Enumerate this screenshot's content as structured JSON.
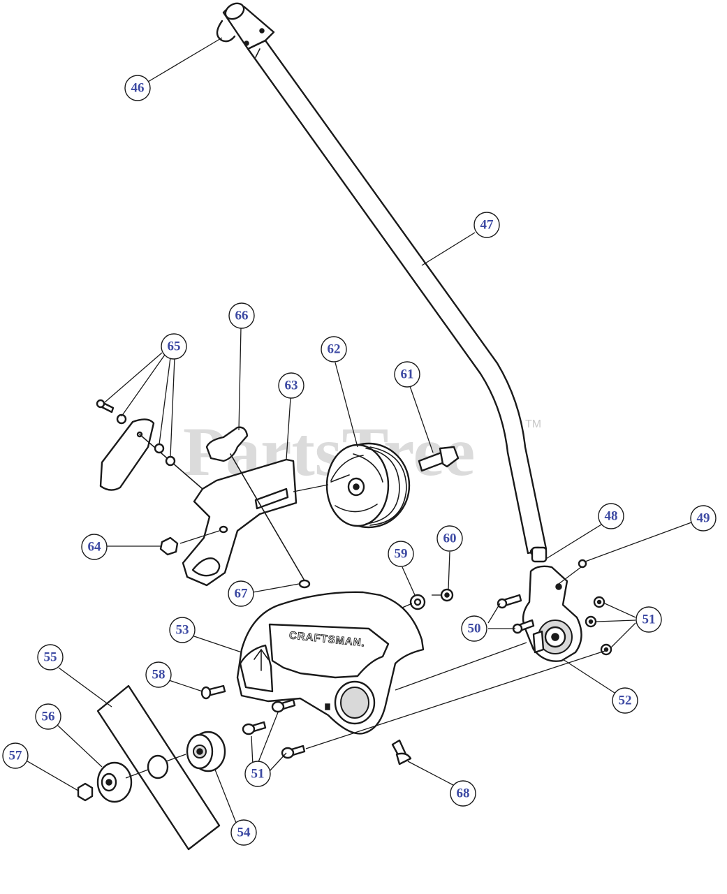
{
  "watermark": {
    "text": "PartsTree",
    "trademark": "TM"
  },
  "brand_label": "CRAFTSMAN.",
  "callouts": [
    {
      "id": "46",
      "label": "46"
    },
    {
      "id": "47",
      "label": "47"
    },
    {
      "id": "48",
      "label": "48"
    },
    {
      "id": "49",
      "label": "49"
    },
    {
      "id": "50",
      "label": "50"
    },
    {
      "id": "51a",
      "label": "51"
    },
    {
      "id": "51b",
      "label": "51"
    },
    {
      "id": "52",
      "label": "52"
    },
    {
      "id": "53",
      "label": "53"
    },
    {
      "id": "54",
      "label": "54"
    },
    {
      "id": "55",
      "label": "55"
    },
    {
      "id": "56",
      "label": "56"
    },
    {
      "id": "57",
      "label": "57"
    },
    {
      "id": "58",
      "label": "58"
    },
    {
      "id": "59",
      "label": "59"
    },
    {
      "id": "60",
      "label": "60"
    },
    {
      "id": "61",
      "label": "61"
    },
    {
      "id": "62",
      "label": "62"
    },
    {
      "id": "63",
      "label": "63"
    },
    {
      "id": "64",
      "label": "64"
    },
    {
      "id": "65",
      "label": "65"
    },
    {
      "id": "66",
      "label": "66"
    },
    {
      "id": "67",
      "label": "67"
    },
    {
      "id": "68",
      "label": "68"
    }
  ]
}
